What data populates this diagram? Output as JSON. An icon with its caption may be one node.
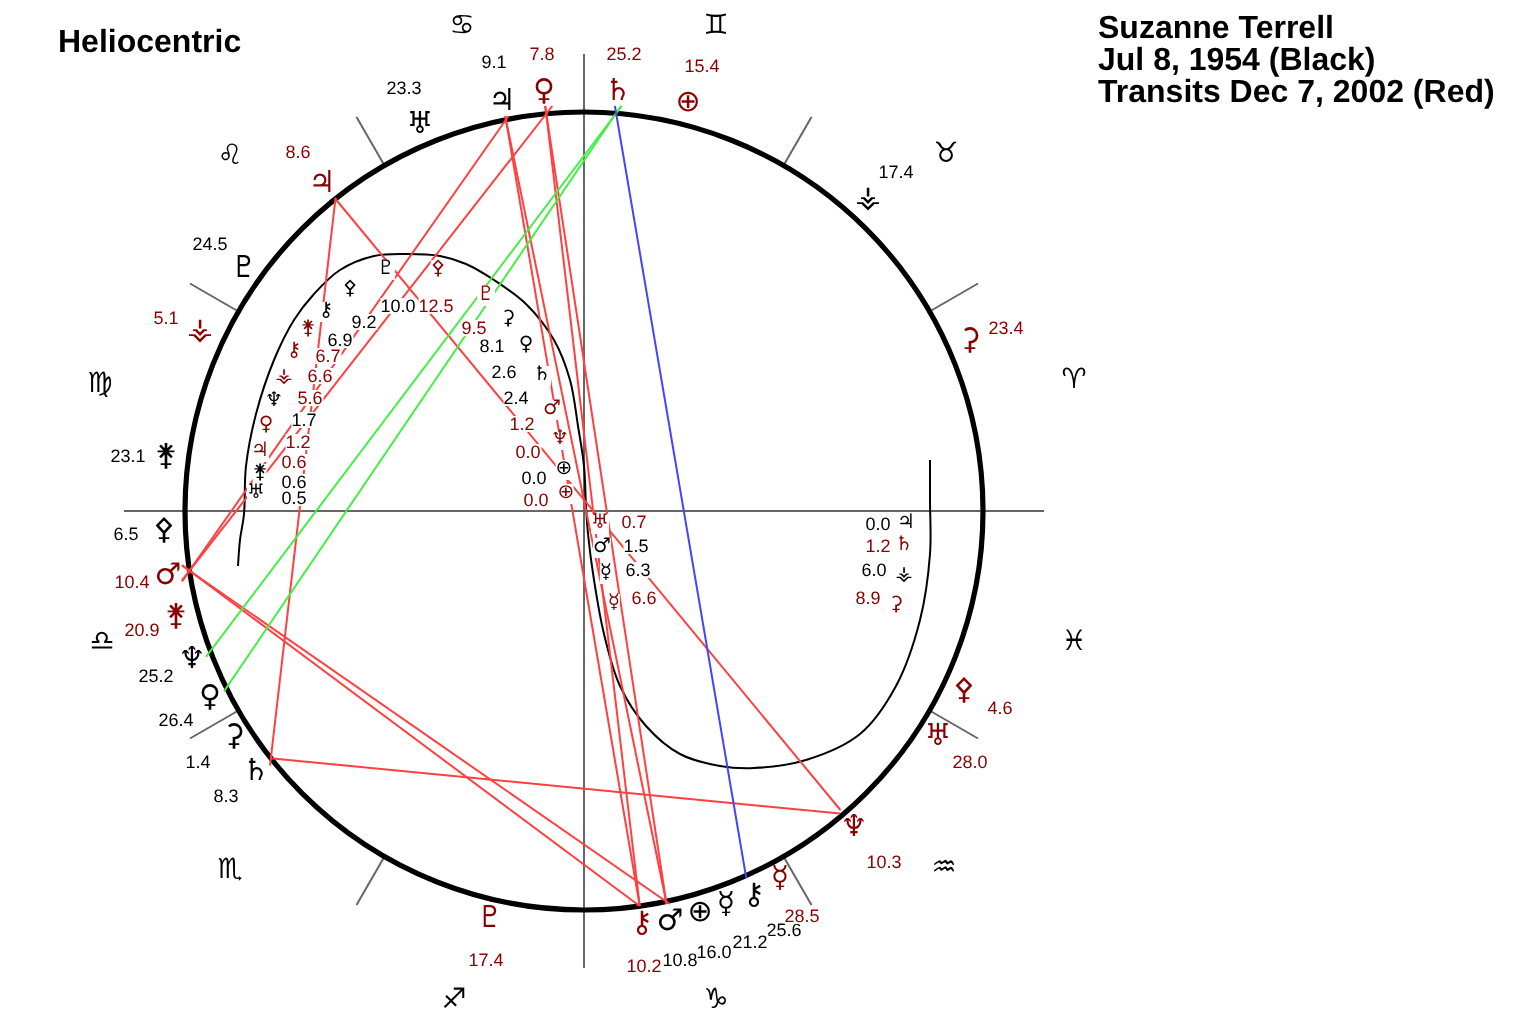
{
  "diagram": {
    "title": "Heliocentric",
    "nodes": [
      {
        "text": [
          "♃"
        ],
        "beside": [
          "9.1"
        ]
      },
      {
        "text": [
          "♀"
        ],
        "beside": [
          "7.8"
        ]
      },
      {
        "text": [
          "♄"
        ],
        "beside": [
          "25.2"
        ]
      },
      {
        "text": [
          "♃"
        ],
        "beside": [
          "8.6"
        ]
      },
      {
        "text": [
          "♂"
        ],
        "beside": [
          "10.4"
        ]
      },
      {
        "text": [
          "♆"
        ],
        "beside": [
          "25.2"
        ]
      },
      {
        "text": [
          "♀"
        ],
        "beside": [
          "26.4"
        ]
      },
      {
        "text": [
          "♄"
        ],
        "beside": [
          "8.3"
        ]
      },
      {
        "text": [
          "♆"
        ],
        "beside": [
          "10.3"
        ]
      },
      {
        "text": [
          "⚷"
        ],
        "beside": [
          "25.6"
        ]
      },
      {
        "text": [
          "♂"
        ],
        "beside": [
          "10.8"
        ]
      },
      {
        "text": [
          "⚷"
        ],
        "beside": [
          "10.2"
        ]
      }
    ],
    "edges": [
      {
        "from": 3,
        "to": 7,
        "arrow": "none"
      },
      {
        "from": 3,
        "to": 8,
        "arrow": "none"
      },
      {
        "from": 7,
        "to": 8,
        "arrow": "none"
      },
      {
        "from": 0,
        "to": 4,
        "arrow": "none"
      },
      {
        "from": 1,
        "to": 4,
        "arrow": "none"
      },
      {
        "from": 0,
        "to": 11,
        "arrow": "none"
      },
      {
        "from": 0,
        "to": 10,
        "arrow": "none"
      },
      {
        "from": 1,
        "to": 11,
        "arrow": "none"
      },
      {
        "from": 1,
        "to": 10,
        "arrow": "none"
      },
      {
        "from": 4,
        "to": 11,
        "arrow": "none"
      },
      {
        "from": 4,
        "to": 10,
        "arrow": "none"
      },
      {
        "from": 2,
        "to": 5,
        "arrow": "none",
        "color": "#44ee44"
      },
      {
        "from": 2,
        "to": 6,
        "arrow": "none",
        "color": "#44ee44"
      },
      {
        "from": 2,
        "to": 9,
        "arrow": "none",
        "color": "#4444ff"
      }
    ],
    "labels": [
      "Suzanne Terrell",
      "Jul 8, 1954 (Black)",
      "Transits Dec 7, 2002 (Red)",
      "♋",
      "♊",
      "15.4",
      "23.3",
      "⊕",
      "♅",
      "♌",
      "♉",
      "17.4",
      "⚶",
      "24.5",
      "♇",
      "5.1",
      "⚶",
      "23.4",
      "⚳",
      "♍",
      "♈",
      "23.1",
      "⚵",
      "6.5",
      "⚴",
      "⚵",
      "20.9",
      "♎",
      "♓",
      "⚴",
      "4.6",
      "♅",
      "⚳",
      "1.4",
      "28.0",
      "♏",
      "♒",
      "☿",
      "☿",
      "⊕",
      "28.5",
      "♇",
      "21.2",
      "16.0",
      "17.4",
      "♐",
      "♑",
      "♇",
      "⚴",
      "⚴",
      "♇",
      "10.0",
      "12.5",
      "⚷",
      "⚳",
      "9.2",
      "9.5",
      "⚵",
      "6.9",
      "8.1",
      "♀",
      "⚷",
      "6.7",
      "2.6",
      "♄",
      "6.6",
      "⚶",
      "5.6",
      "2.4",
      "♆",
      "♂",
      "1.7",
      "1.2",
      "♀",
      "♆",
      "1.2",
      "0.0",
      "♃",
      "0.6",
      "⊕",
      "⚵",
      "0.0",
      "0.6",
      "♅",
      "⊕",
      "0.5",
      "0.0",
      "♅",
      "0.7",
      "0.0",
      "♃",
      "1.2",
      "♄",
      "♂",
      "1.5",
      "6.0",
      "☿",
      "6.3",
      "⚶",
      "8.9",
      "6.6",
      "☿",
      "⚳"
    ]
  }
}
